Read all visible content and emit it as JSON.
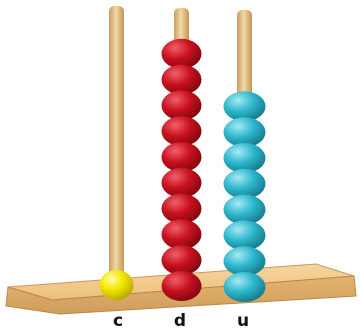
{
  "abacus": {
    "rods": [
      {
        "label": "c",
        "beads": 1,
        "color": "#f5e800"
      },
      {
        "label": "d",
        "beads": 10,
        "color": "#c8101e"
      },
      {
        "label": "u",
        "beads": 8,
        "color": "#2cb6cc"
      }
    ],
    "colors": {
      "rod": "#e8c58c",
      "base": "#f2cc8e",
      "base_edge": "#c9995a"
    }
  }
}
